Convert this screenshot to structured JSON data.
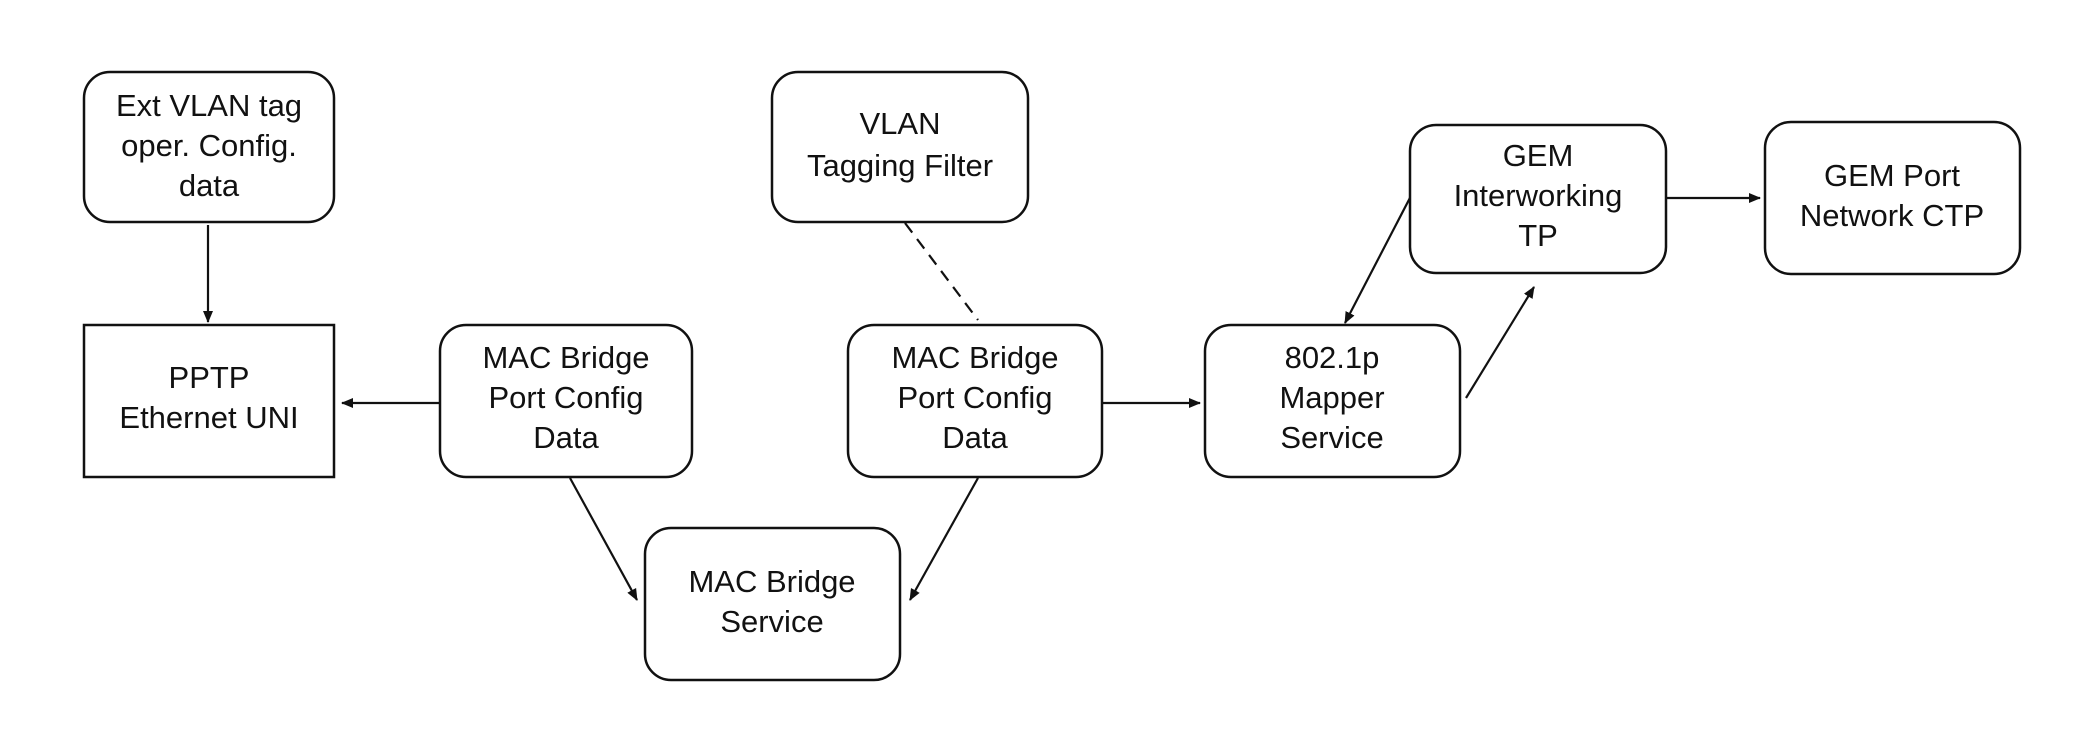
{
  "nodes": {
    "ext_vlan": {
      "lines": [
        "Ext VLAN tag",
        "oper. Config.",
        "data"
      ]
    },
    "pptp": {
      "lines": [
        "PPTP",
        "Ethernet UNI"
      ]
    },
    "mbpcd_left": {
      "lines": [
        "MAC Bridge",
        "Port Config",
        "Data"
      ]
    },
    "vlan_filter": {
      "lines": [
        "VLAN",
        "Tagging Filter"
      ]
    },
    "mbpcd_right": {
      "lines": [
        "MAC Bridge",
        "Port Config",
        "Data"
      ]
    },
    "mac_bridge_service": {
      "lines": [
        "MAC Bridge",
        "Service"
      ]
    },
    "mapper": {
      "lines": [
        "802.1p",
        "Mapper",
        "Service"
      ]
    },
    "gem_iwtp": {
      "lines": [
        "GEM",
        "Interworking",
        "TP"
      ]
    },
    "gem_ctp": {
      "lines": [
        "GEM Port",
        "Network CTP"
      ]
    }
  },
  "colors": {
    "stroke": "#111111",
    "fill": "#ffffff"
  }
}
